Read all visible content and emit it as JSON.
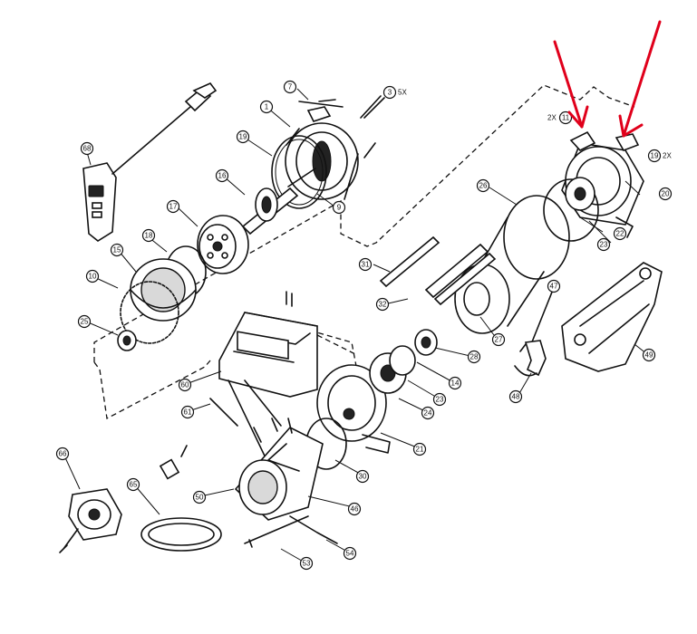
{
  "diagram": {
    "callouts": [
      {
        "id": "c7",
        "label": "7"
      },
      {
        "id": "c3",
        "label": "3",
        "qty": "5X"
      },
      {
        "id": "c1",
        "label": "1"
      },
      {
        "id": "c19a",
        "label": "19"
      },
      {
        "id": "c68",
        "label": "68"
      },
      {
        "id": "c16",
        "label": "16"
      },
      {
        "id": "c9",
        "label": "9"
      },
      {
        "id": "c17",
        "label": "17"
      },
      {
        "id": "c18",
        "label": "18"
      },
      {
        "id": "c15",
        "label": "15"
      },
      {
        "id": "c10",
        "label": "10"
      },
      {
        "id": "c25",
        "label": "25"
      },
      {
        "id": "c11",
        "label": "11",
        "qty": "2X"
      },
      {
        "id": "c19b",
        "label": "19",
        "qty": "2X"
      },
      {
        "id": "c20",
        "label": "20"
      },
      {
        "id": "c26",
        "label": "26"
      },
      {
        "id": "c22",
        "label": "22"
      },
      {
        "id": "c23a",
        "label": "23"
      },
      {
        "id": "c31",
        "label": "31"
      },
      {
        "id": "c32",
        "label": "32"
      },
      {
        "id": "c27",
        "label": "27"
      },
      {
        "id": "c47",
        "label": "47"
      },
      {
        "id": "c49",
        "label": "49"
      },
      {
        "id": "c28",
        "label": "28"
      },
      {
        "id": "c14",
        "label": "14"
      },
      {
        "id": "c23b",
        "label": "23"
      },
      {
        "id": "c24",
        "label": "24"
      },
      {
        "id": "c21",
        "label": "21"
      },
      {
        "id": "c48",
        "label": "48"
      },
      {
        "id": "c60",
        "label": "60"
      },
      {
        "id": "c61",
        "label": "61"
      },
      {
        "id": "c30",
        "label": "30"
      },
      {
        "id": "c46",
        "label": "46"
      },
      {
        "id": "c50",
        "label": "50"
      },
      {
        "id": "c65",
        "label": "65"
      },
      {
        "id": "c66",
        "label": "66"
      },
      {
        "id": "c53",
        "label": "53"
      },
      {
        "id": "c54",
        "label": "54"
      }
    ],
    "colors": {
      "line": "#111111",
      "arrow": "#e0001b",
      "background": "#ffffff"
    }
  }
}
